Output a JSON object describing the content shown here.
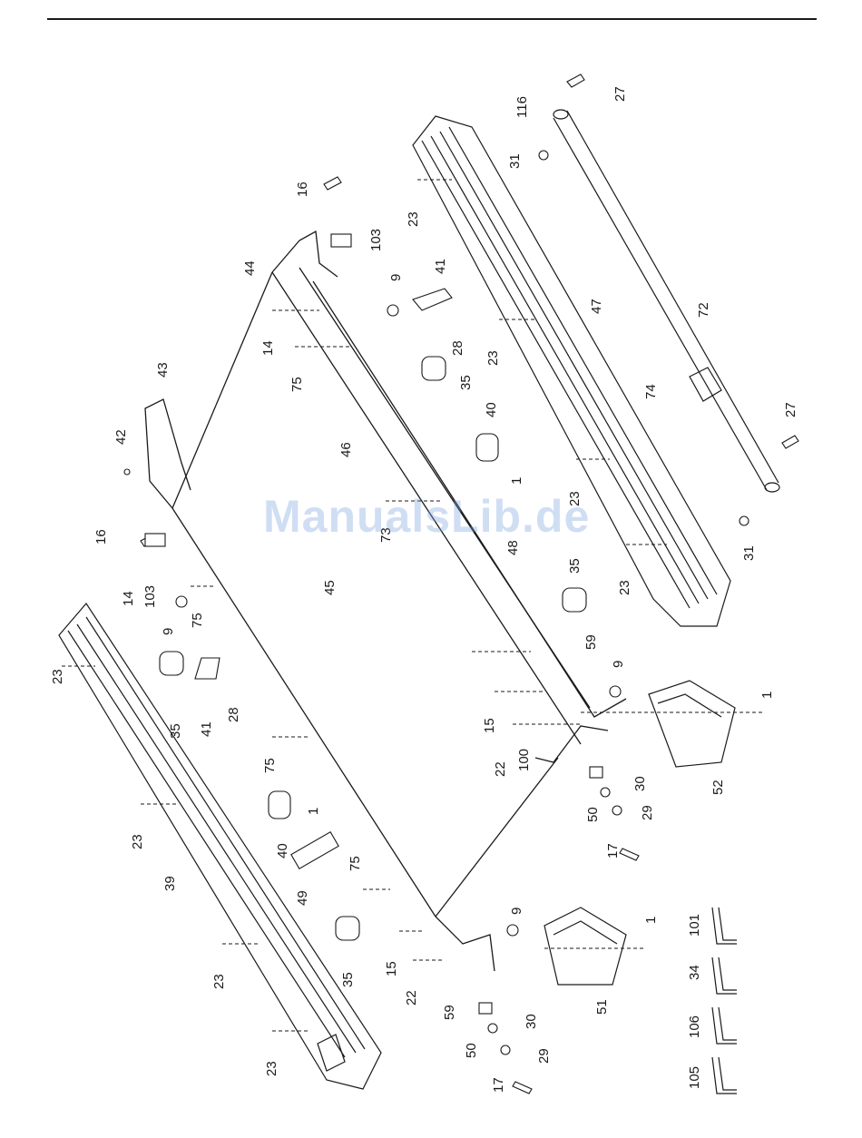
{
  "watermark": "ManualsLib.de",
  "colors": {
    "line": "#1a1a1a",
    "watermark": "#9bb7e0"
  },
  "labels": [
    "27",
    "116",
    "31",
    "23",
    "47",
    "72",
    "74",
    "27",
    "23",
    "31",
    "23",
    "23",
    "16",
    "103",
    "44",
    "9",
    "41",
    "14",
    "28",
    "75",
    "35",
    "46",
    "40",
    "1",
    "73",
    "48",
    "45",
    "35",
    "43",
    "42",
    "16",
    "14",
    "103",
    "9",
    "75",
    "23",
    "35",
    "41",
    "28",
    "75",
    "59",
    "9",
    "15",
    "22",
    "100",
    "1",
    "52",
    "30",
    "50",
    "29",
    "17",
    "40",
    "1",
    "23",
    "39",
    "49",
    "75",
    "23",
    "9",
    "1",
    "51",
    "15",
    "35",
    "22",
    "59",
    "30",
    "50",
    "29",
    "17",
    "101",
    "34",
    "106",
    "105",
    "23"
  ]
}
